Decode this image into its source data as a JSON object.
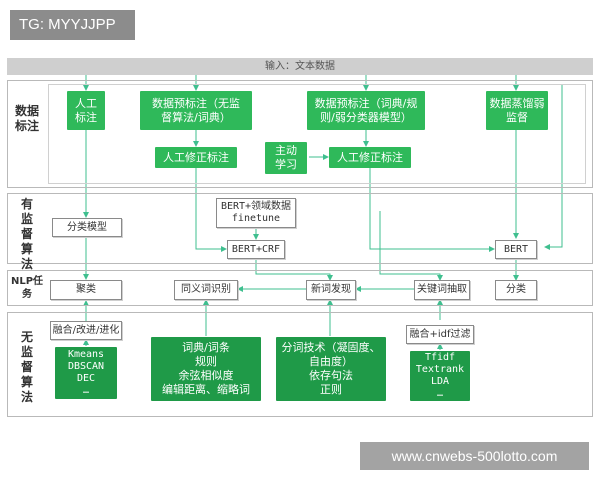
{
  "header": {
    "tag": "TG: MYYJJPP",
    "input_bar": "输入：文本数据"
  },
  "watermark": "www.cnwebs-500lotto.com",
  "sections": {
    "annotation": "数据标注",
    "supervised": "有监督算法",
    "nlp_task": "NLP任务",
    "unsupervised": "无监督算法"
  },
  "annotation": {
    "manual_label": [
      "人工",
      "标注"
    ],
    "pre_label_unsup": [
      "数据预标注（无监",
      "督算法/词典）"
    ],
    "manual_fix_1": "人工修正标注",
    "pre_label_dict": [
      "数据预标注（词典/规",
      "则/弱分类器模型）"
    ],
    "active_learning": [
      "主动",
      "学习"
    ],
    "manual_fix_2": "人工修正标注",
    "distill_weak": [
      "数据蒸馏弱",
      "监督"
    ]
  },
  "supervised": {
    "classifier": "分类模型",
    "bert_finetune": [
      "BERT+领域数据",
      "finetune"
    ],
    "bert_crf": "BERT+CRF",
    "bert": "BERT"
  },
  "nlp_task": {
    "clustering": "聚类",
    "synonym": "同义词识别",
    "new_word": "新词发现",
    "keyword": "关键词抽取",
    "classify": "分类"
  },
  "unsupervised": {
    "fusion_1": "融合/改进/进化",
    "cluster_algos": [
      "Kmeans",
      "DBSCAN",
      "DEC",
      "…"
    ],
    "dict_rules": [
      "词典/词条",
      "规则",
      "余弦相似度",
      "编辑距离、缩略词"
    ],
    "segmentation": [
      "分词技术（凝固度、",
      "自由度）",
      "依存句法",
      "正则"
    ],
    "fusion_2": "融合+idf过滤",
    "keyword_algos": [
      "Tfidf",
      "Textrank",
      "LDA",
      "…"
    ]
  },
  "colors": {
    "green": "#2fb95a",
    "arrow": "#3fbf8f",
    "border": "#b9b9b9",
    "input_bar": "#cfcfcf"
  }
}
